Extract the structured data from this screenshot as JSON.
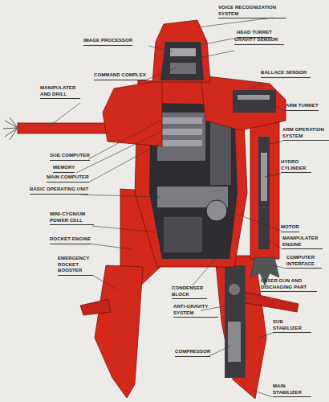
{
  "diagram": {
    "labels": [
      "VOICE RECOGNIZATION SYSTEM",
      "HEAD TURRET",
      "IMAGE PROCESSOR",
      "GRAVITY SENSOR",
      "BALLACE SENSOR",
      "COMMAND COMPLEX",
      "MANIPULATER AND DRILL",
      "ARM TURRET",
      "ARM OPERATION SYSTEM",
      "SUB COMPUTER",
      "HYDRO CYLINDER",
      "MEMORY",
      "MAIN COMPUTER",
      "BASIC OPERATING UNIT",
      "MINI-CYGNIUM POWER CELL",
      "MOTOR",
      "ROCKET ENGINE",
      "MANIPULATER ENGINE",
      "COMPUTER INTERFACE",
      "EMERGENCY ROCKET BOOSTER",
      "LASER GUN AND DISCHAGING PART",
      "CONDENSER BLOCK",
      "ANTI-GRAVITY SYSTEM",
      "SUB STABILIZER",
      "COMPRESSOR",
      "MAIN STABILIZER"
    ]
  }
}
